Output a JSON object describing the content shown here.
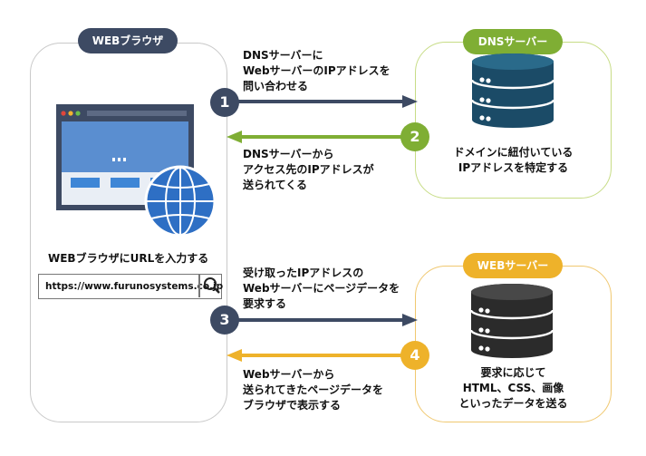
{
  "browser": {
    "title": "WEBブラウザ",
    "caption": "WEBブラウザにURLを入力する",
    "url": "https://www.furunosystems.co.jp"
  },
  "dns_server": {
    "title": "DNSサーバー",
    "description": [
      "ドメインに紐付いている",
      "IPアドレスを特定する"
    ]
  },
  "web_server": {
    "title": "WEBサーバー",
    "description": [
      "要求に応じて",
      "HTML、CSS、画像",
      "といったデータを送る"
    ]
  },
  "steps": [
    {
      "number": "1",
      "lines": [
        "DNSサーバーに",
        "WebサーバーのIPアドレスを",
        "問い合わせる"
      ]
    },
    {
      "number": "2",
      "lines": [
        "DNSサーバーから",
        "アクセス先のIPアドレスが",
        "送られてくる"
      ]
    },
    {
      "number": "3",
      "lines": [
        "受け取ったIPアドレスの",
        "Webサーバーにページデータを",
        "要求する"
      ]
    },
    {
      "number": "4",
      "lines": [
        "Webサーバーから",
        "送られてきたページデータを",
        "ブラウザで表示する"
      ]
    }
  ],
  "colors": {
    "navy": "#3d4a63",
    "green": "#7fae34",
    "yellow": "#eeb22a",
    "globe": "#2e6fc4"
  },
  "icons": [
    "browser-window-icon",
    "globe-icon",
    "search-icon",
    "server-stack-icon"
  ]
}
